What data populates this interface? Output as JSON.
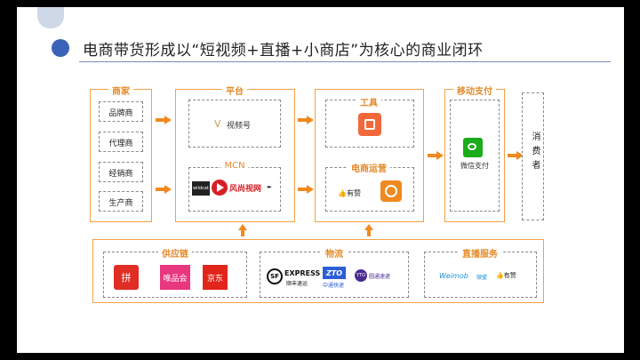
{
  "title": "电商带货形成以“短视频+直播+小商店”为核心的商业闭环",
  "merchants": {
    "label": "商家",
    "items": [
      "品牌商",
      "代理商",
      "经销商",
      "生产商"
    ]
  },
  "platform": {
    "label": "平台",
    "video": "视频号",
    "mcn_label": "MCN",
    "mcn_logos": [
      "wildcat",
      "风尚视网",
      "shutong"
    ]
  },
  "tools": {
    "label": "工具",
    "ecom_label": "电商运营",
    "youzan": "有赞"
  },
  "payment": {
    "label": "移动支付",
    "wechat_pay": "微信支付"
  },
  "consumer": {
    "label": "消费者"
  },
  "supply": {
    "label": "供应链",
    "logos": [
      "拼",
      "唯品会",
      "京东"
    ]
  },
  "logistics": {
    "label": "物流",
    "sf": "EXPRESS",
    "sf_sub": "顺丰速运",
    "zto_sub": "中通快递",
    "yto_sub": "圆通速递"
  },
  "live": {
    "label": "直播服务",
    "weimob": "Weimob",
    "weimob_cn": "微盟",
    "youzan": "有赞"
  },
  "colors": {
    "accent": "#f5a047",
    "arrow": "#f08a1f",
    "title_dot": "#3a62b7"
  }
}
